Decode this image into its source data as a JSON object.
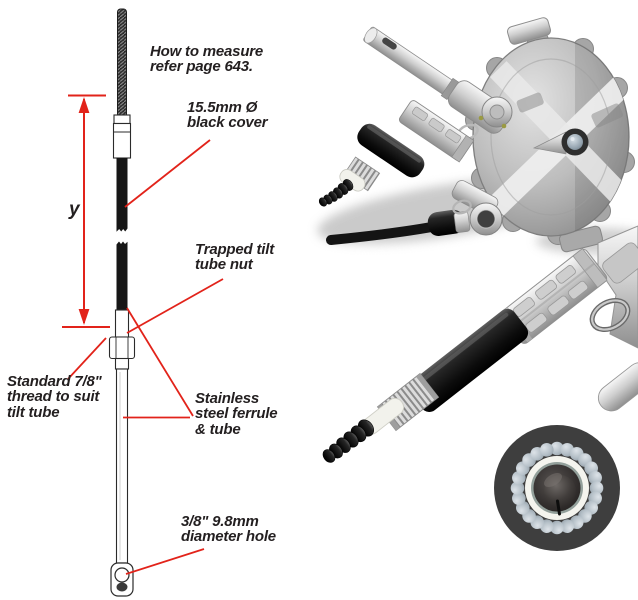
{
  "figure": {
    "colors": {
      "leader_red": "#e2231a",
      "text": "#231f20",
      "background": "#ffffff"
    }
  },
  "diagram": {
    "dimension_label": "y",
    "annotations": {
      "measure": {
        "lines": [
          "How to measure",
          "refer page 643."
        ]
      },
      "cover": {
        "lines": [
          "15.5mm Ø",
          "black cover"
        ]
      },
      "tilt_nut": {
        "lines": [
          "Trapped tilt",
          "tube nut"
        ]
      },
      "thread": {
        "lines": [
          "Standard 7/8\"",
          "thread to suit",
          "tilt tube"
        ]
      },
      "ferrule": {
        "lines": [
          "Stainless",
          "steel ferrule",
          "& tube"
        ]
      },
      "hole": {
        "lines": [
          "3/8\" 9.8mm",
          "diameter hole"
        ]
      }
    }
  },
  "photos": {
    "helm": "rotary-helm-with-cable",
    "cable_end": "cable-end-closeup",
    "cross_section": "cable-cross-section"
  }
}
